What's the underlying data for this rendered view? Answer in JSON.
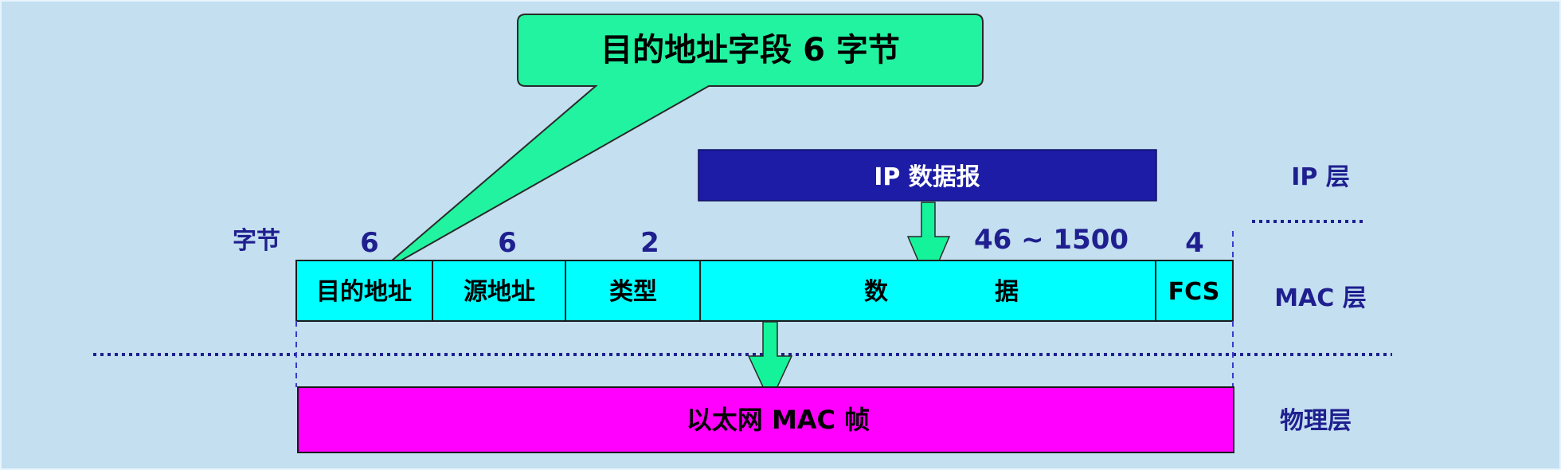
{
  "callout": {
    "text": "目的地址字段 6 字节"
  },
  "ip_layer": {
    "box_label": "IP 数据报",
    "layer_label": "IP 层"
  },
  "byte_row": {
    "unit_label": "字节",
    "sizes": [
      "6",
      "6",
      "2",
      "46 ~ 1500",
      "4"
    ]
  },
  "mac_frame": {
    "fields": [
      "目的地址",
      "源地址",
      "类型",
      "数",
      "据",
      "FCS"
    ],
    "layer_label": "MAC 层"
  },
  "physical": {
    "box_label": "以太网 MAC 帧",
    "layer_label": "物理层"
  },
  "colors": {
    "background": "#c3dff0",
    "callout_fill": "#21f3a0",
    "ip_fill": "#1c1ca6",
    "mac_fill": "#00ffff",
    "phys_fill": "#ff00ff",
    "arrow_fill": "#15f39a",
    "label_text": "#1f1f8f"
  }
}
